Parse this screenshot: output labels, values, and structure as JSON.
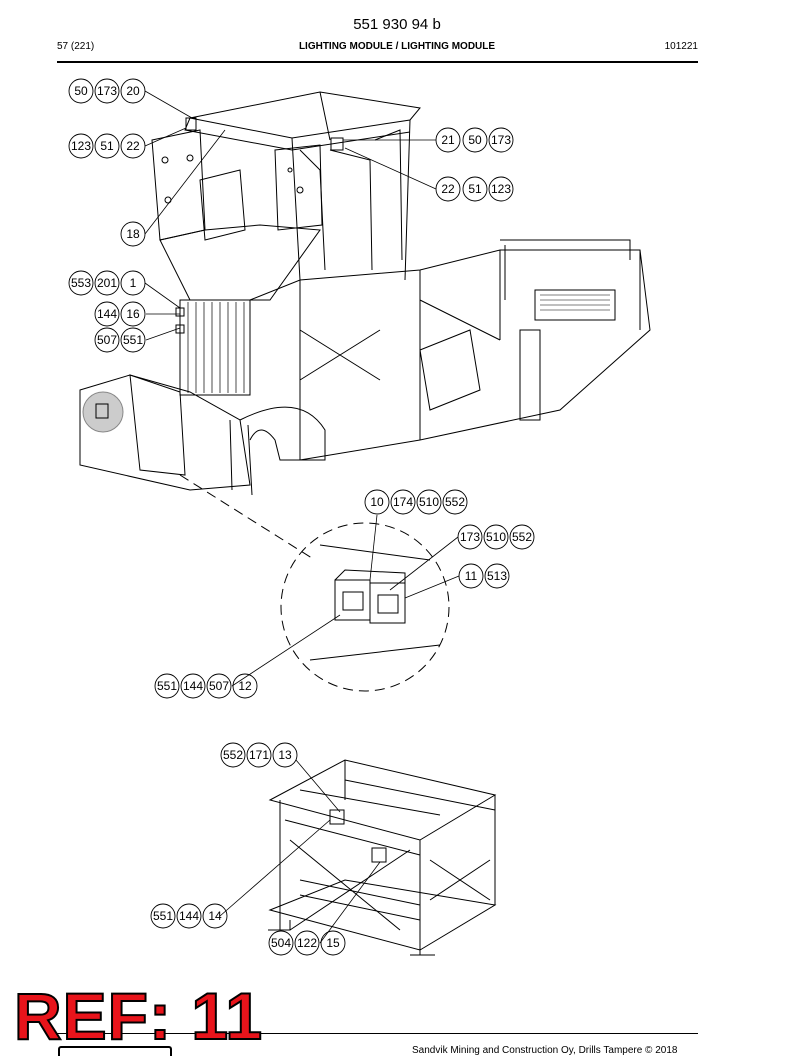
{
  "header": {
    "doc_number": "551 930 94 b",
    "page": "57 (221)",
    "title": "LIGHTING MODULE / LIGHTING MODULE",
    "code": "101221"
  },
  "callouts": {
    "c1": [
      "50",
      "173",
      "20"
    ],
    "c2": [
      "123",
      "51",
      "22"
    ],
    "c3": [
      "21",
      "50",
      "173"
    ],
    "c4": [
      "22",
      "51",
      "123"
    ],
    "c5": [
      "18"
    ],
    "c6": [
      "553",
      "201",
      "1"
    ],
    "c7": [
      "144",
      "16"
    ],
    "c8": [
      "507",
      "551"
    ],
    "c9": [
      "10",
      "174",
      "510",
      "552"
    ],
    "c10": [
      "173",
      "510",
      "552"
    ],
    "c11": [
      "11",
      "513"
    ],
    "c12": [
      "551",
      "144",
      "507",
      "12"
    ],
    "c13": [
      "552",
      "171",
      "13"
    ],
    "c14": [
      "551",
      "144",
      "14"
    ],
    "c15": [
      "504",
      "122",
      "15"
    ]
  },
  "stamp": "REF: 11",
  "footer": "Sandvik Mining and Construction Oy, Drills Tampere © 2018"
}
